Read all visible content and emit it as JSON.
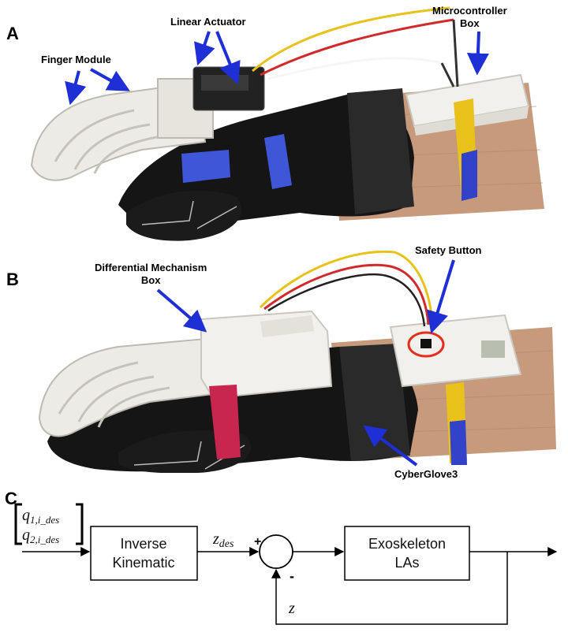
{
  "panels": {
    "a": "A",
    "b": "B",
    "c": "C"
  },
  "callouts": {
    "linear_actuator": "Linear Actuator",
    "microcontroller_line1": "Microcontroller",
    "microcontroller_line2": "Box",
    "finger_module": "Finger Module",
    "diff_line1": "Differential Mechanism",
    "diff_line2": "Box",
    "safety_button": "Safety Button",
    "cyberglove": "CyberGlove3"
  },
  "block_diagram": {
    "input_q1": "q",
    "input_q1_sub": "1,i_des",
    "input_q2": "q",
    "input_q2_sub": "2,i_des",
    "block1_line1": "Inverse",
    "block1_line2": "Kinematic",
    "signal_zdes": "z",
    "signal_zdes_sub": "des",
    "sum_plus": "+",
    "sum_minus": "-",
    "block2_line1": "Exoskeleton",
    "block2_line2": "LAs",
    "feedback": "z"
  },
  "colors": {
    "arrow_blue": "#1f2fd6",
    "glove_black": "#151515",
    "exo_white": "#ecebe6",
    "strap_yellow": "#e8c21a",
    "strap_blue": "#3243c9",
    "strap_red": "#c8264f",
    "skin": "#c79a7c",
    "ring_red": "#e0301e"
  }
}
